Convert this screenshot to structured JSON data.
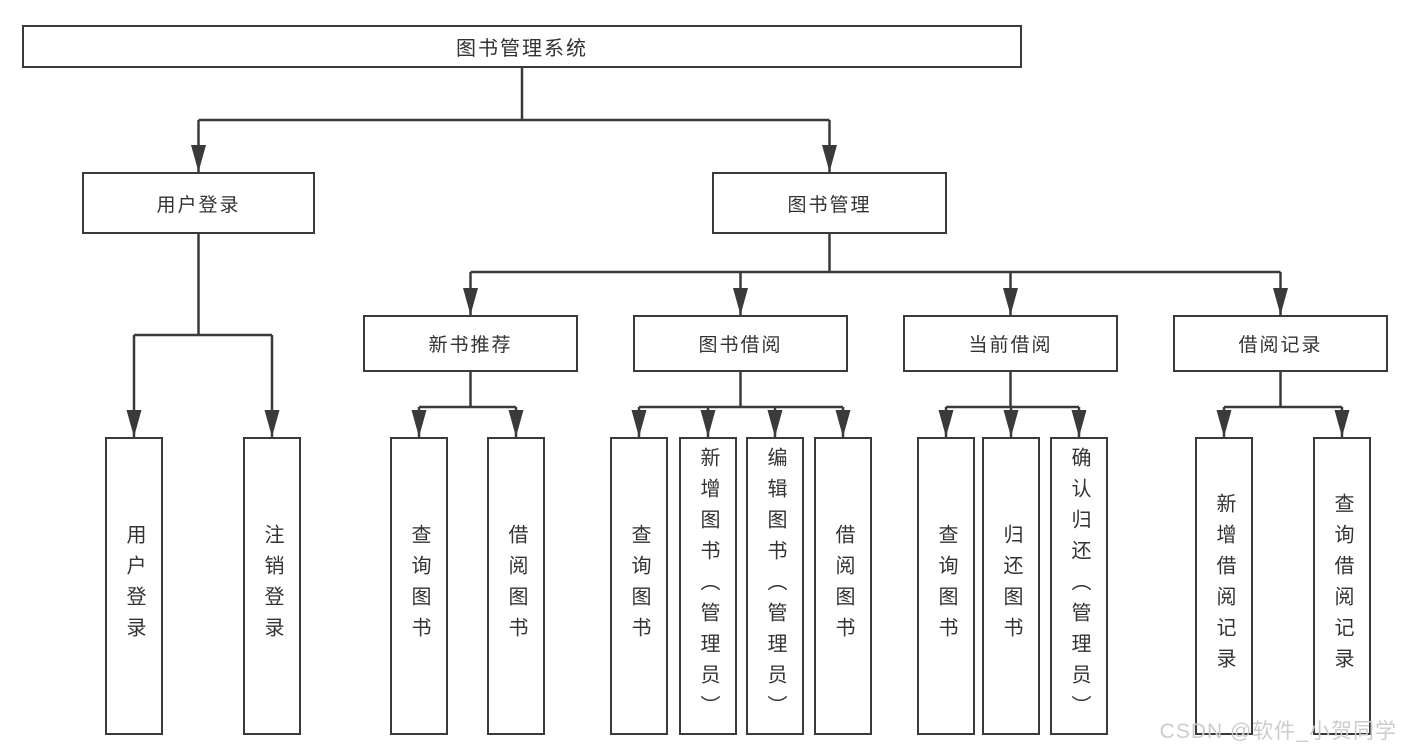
{
  "colors": {
    "line": "#3a3a3a",
    "box_border": "#3a3a3a",
    "box_fill": "#ffffff",
    "text": "#333333",
    "watermark": "#cccccc",
    "background": "#ffffff"
  },
  "watermark": {
    "text": "CSDN @软件_小贺同学"
  },
  "tree": {
    "root": {
      "label": "图书管理系统"
    },
    "level2": [
      {
        "label": "用户登录"
      },
      {
        "label": "图书管理"
      }
    ],
    "level3": [
      {
        "label": "新书推荐"
      },
      {
        "label": "图书借阅"
      },
      {
        "label": "当前借阅"
      },
      {
        "label": "借阅记录"
      }
    ],
    "leaves": {
      "user_login": [
        {
          "label": "用户登录"
        },
        {
          "label": "注销登录"
        }
      ],
      "new_book_recommend": [
        {
          "label": "查询图书"
        },
        {
          "label": "借阅图书"
        }
      ],
      "book_borrow": [
        {
          "label": "查询图书"
        },
        {
          "label": "新增图书（管理员）"
        },
        {
          "label": "编辑图书（管理员）"
        },
        {
          "label": "借阅图书"
        }
      ],
      "current_borrow": [
        {
          "label": "查询图书"
        },
        {
          "label": "归还图书"
        },
        {
          "label": "确认归还（管理员）"
        }
      ],
      "borrow_records": [
        {
          "label": "新增借阅记录"
        },
        {
          "label": "查询借阅记录"
        }
      ]
    }
  }
}
